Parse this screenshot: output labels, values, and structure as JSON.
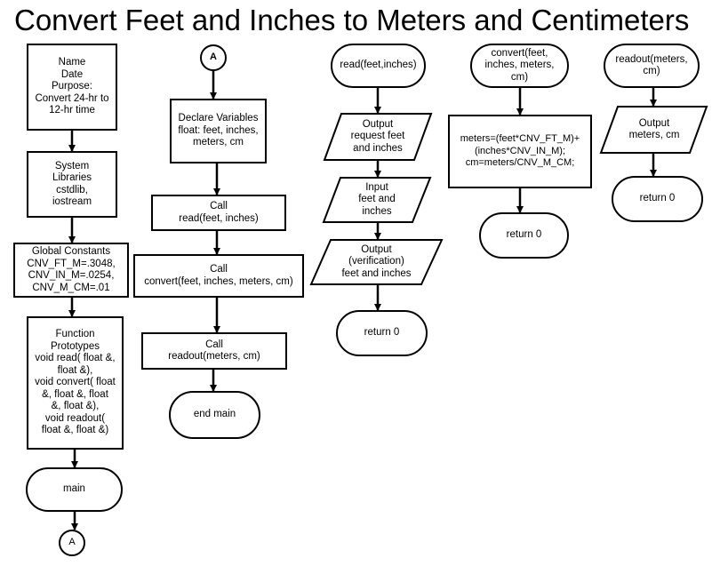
{
  "title": "Convert Feet and Inches to Meters and Centimeters",
  "nodes": {
    "header": "Name\nDate\nPurpose:\nConvert 24-hr to\n12-hr time",
    "libraries": "System\nLibraries\ncstdlib,\niostream",
    "constants": "Global Constants\nCNV_FT_M=.3048,\nCNV_IN_M=.0254,\nCNV_M_CM=.01",
    "prototypes": "Function\nPrototypes\nvoid read( float &,\nfloat &),\nvoid convert( float\n&,  float &,  float\n&, float &),\nvoid readout(\nfloat &,  float &)",
    "main_terminal": "main",
    "connector_out": "A",
    "connector_in": "A",
    "declare": "Declare Variables\nfloat: feet, inches,\nmeters, cm",
    "call_read": "Call\nread(feet, inches)",
    "call_convert": "Call\nconvert(feet, inches, meters, cm)",
    "call_readout": "Call\nreadout(meters, cm)",
    "end_main": "end main",
    "read_start": "read(feet,inches)",
    "read_output_request": "Output\nrequest feet\nand inches",
    "read_input": "Input\nfeet and\ninches",
    "read_output_verify": "Output\n(verification)\nfeet and inches",
    "read_return": "return 0",
    "convert_start": "convert(feet,\ninches, meters,\ncm)",
    "convert_process": "meters=(feet*CNV_FT_M)+\n(inches*CNV_IN_M);\ncm=meters/CNV_M_CM;",
    "convert_return": "return 0",
    "readout_start": "readout(meters,\ncm)",
    "readout_output": "Output\nmeters, cm",
    "readout_return": "return 0"
  }
}
